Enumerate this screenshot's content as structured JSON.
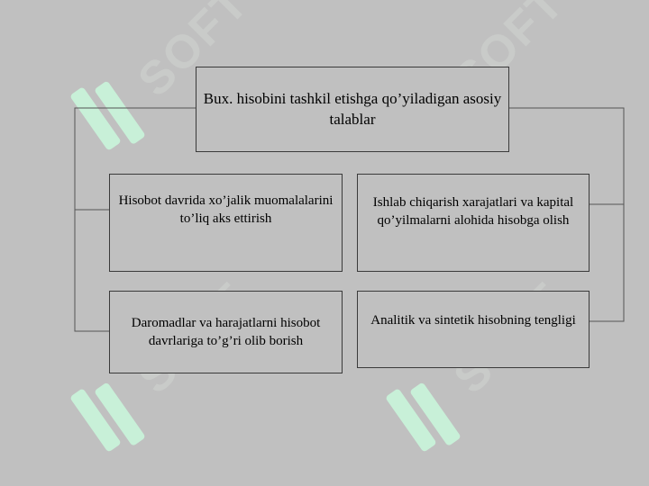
{
  "diagram": {
    "title": "Bux. hisobini tashkil etishga qo’yiladigan asosiy talablar",
    "items": [
      "Hisobot davrida xo’jalik muomalalarini to’liq aks ettirish",
      "Ishlab chiqarish xarajatlari va kapital qo’yilmalarni alohida hisobga olish",
      "Daromadlar va harajatlarni hisobot davrlariga to’g’ri olib borish",
      "Analitik va sintetik hisobning tengligi"
    ]
  },
  "watermark": {
    "text": "SOFT",
    "color": "#c8f0d8"
  },
  "colors": {
    "background": "#c0c0c0",
    "border": "#3a3a3a",
    "line": "#555555"
  }
}
